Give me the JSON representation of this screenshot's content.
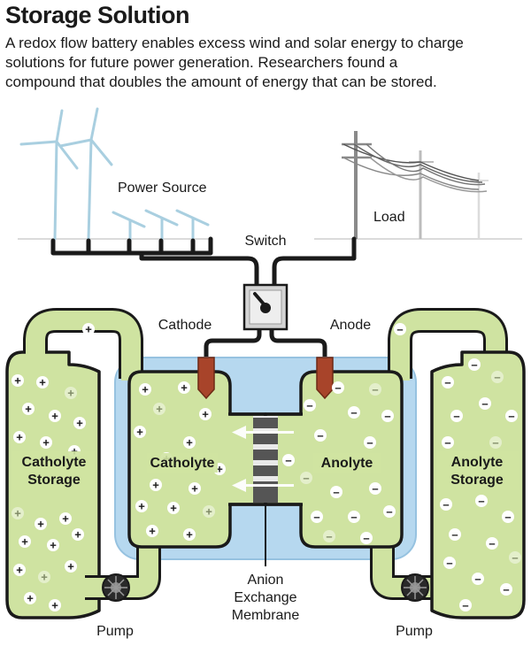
{
  "title": "Storage Solution",
  "description_lines": [
    "A redox flow battery enables excess wind and solar energy to charge",
    "solutions for future power generation. Researchers found a",
    "compound that doubles the amount of energy that can be stored."
  ],
  "labels": {
    "power_source": "Power Source",
    "load": "Load",
    "switch": "Switch",
    "cathode": "Cathode",
    "anode": "Anode",
    "catholyte_storage": [
      "Catholyte",
      "Storage"
    ],
    "catholyte": "Catholyte",
    "anolyte": "Anolyte",
    "anolyte_storage": [
      "Anolyte",
      "Storage"
    ],
    "membrane": [
      "Anion",
      "Exchange",
      "Membrane"
    ],
    "pump_left": "Pump",
    "pump_right": "Pump"
  },
  "symbols": {
    "positive_ion": "+",
    "negative_ion": "–"
  },
  "colors": {
    "electrolyte_green": "#cfe3a1",
    "outline": "#1a1a1a",
    "cell_blue": "#b6d8ef",
    "wind_turbine": "#a9cfe0",
    "electrode_rust": "#a8442a",
    "membrane_gray": "#555555",
    "ion_fill": "#ffffff"
  }
}
